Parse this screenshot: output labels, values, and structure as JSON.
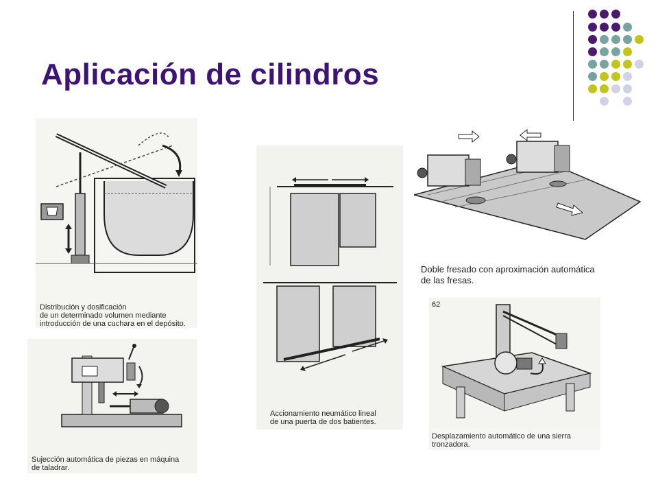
{
  "slide": {
    "title": "Aplicación de cilindros",
    "accent_color": "#3d1373"
  },
  "decoration": {
    "dot_colors": {
      "purple": "#4b1a6d",
      "teal": "#79a3a0",
      "lime": "#c4c41e",
      "lavender": "#d2d2e6"
    }
  },
  "figures": {
    "dosing": {
      "caption_line1": "Distribución y dosificación",
      "caption_line2": "de un determinado volumen mediante",
      "caption_line3": "introducción de una cuchara en el depósito."
    },
    "drilling": {
      "caption_line1": "Sujección automática de piezas en máquina",
      "caption_line2": "de taladrar."
    },
    "door": {
      "caption_line1": "Accionamiento neumático lineal",
      "caption_line2": "de una puerta de dos batientes."
    },
    "milling": {
      "caption_line1": "Doble fresado con aproximación automática",
      "caption_line2": "de las fresas."
    },
    "saw": {
      "figure_number": "62",
      "caption_line1": "Desplazamiento automático de una sierra",
      "caption_line2": "tronzadora."
    }
  }
}
